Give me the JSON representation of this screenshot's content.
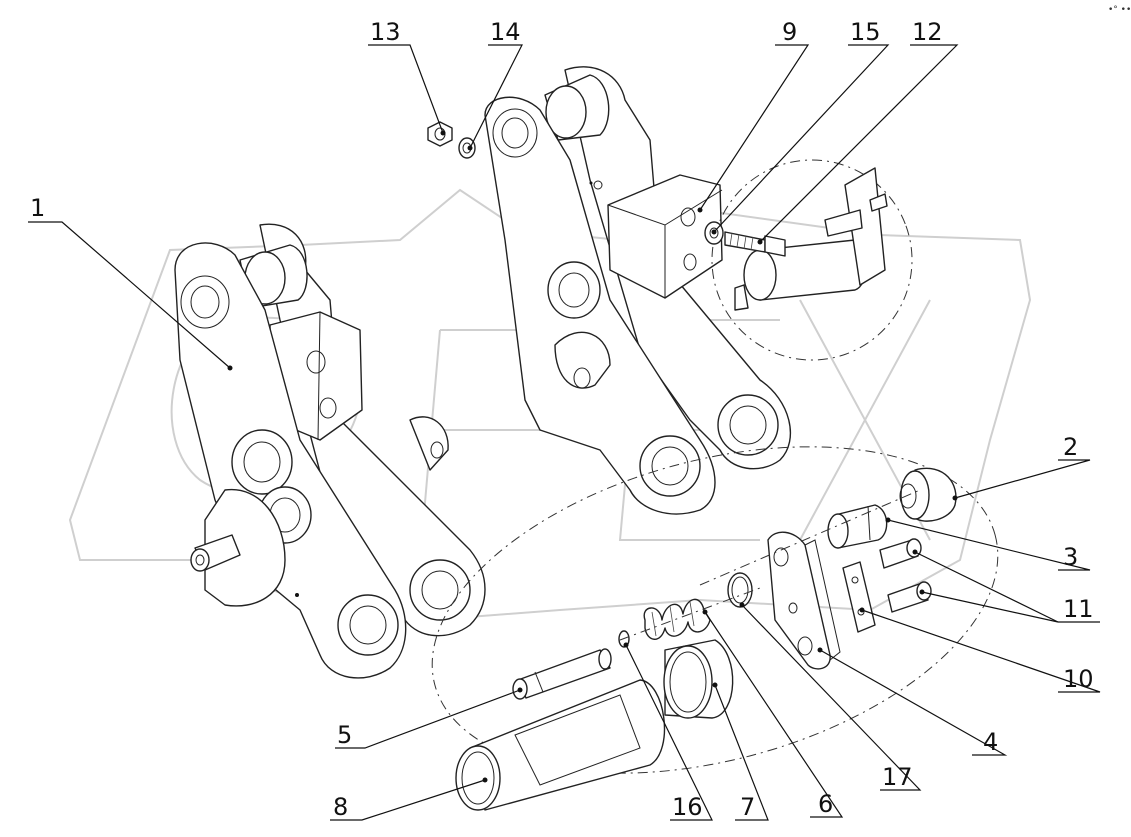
{
  "corner_mark": "•° •••",
  "callouts": [
    {
      "id": "1",
      "label": "1"
    },
    {
      "id": "2",
      "label": "2"
    },
    {
      "id": "3",
      "label": "3"
    },
    {
      "id": "4",
      "label": "4"
    },
    {
      "id": "5",
      "label": "5"
    },
    {
      "id": "6",
      "label": "6"
    },
    {
      "id": "7",
      "label": "7"
    },
    {
      "id": "8",
      "label": "8"
    },
    {
      "id": "9",
      "label": "9"
    },
    {
      "id": "10",
      "label": "10"
    },
    {
      "id": "11",
      "label": "11"
    },
    {
      "id": "12",
      "label": "12"
    },
    {
      "id": "13",
      "label": "13"
    },
    {
      "id": "14",
      "label": "14"
    },
    {
      "id": "15",
      "label": "15"
    },
    {
      "id": "16",
      "label": "16"
    },
    {
      "id": "17",
      "label": "17"
    }
  ],
  "watermark": {
    "text": "ОРЕХ",
    "color": "#cfcfcf"
  }
}
